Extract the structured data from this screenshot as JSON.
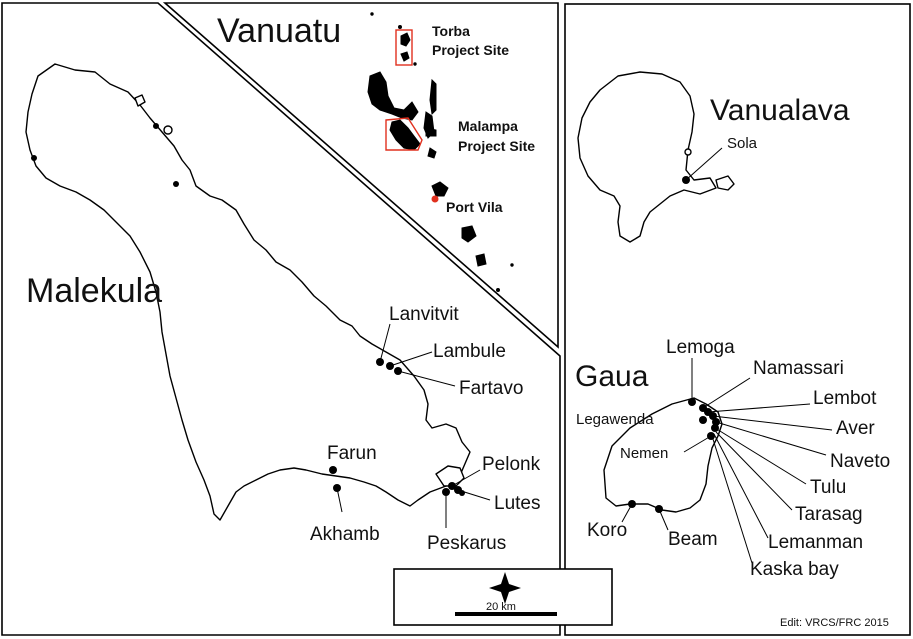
{
  "title": "Vanuatu",
  "inset_sites": {
    "torba": "Torba\nProject Site",
    "torba_line1": "Torba",
    "torba_line2": "Project Site",
    "malampa_line1": "Malampa",
    "malampa_line2": "Project Site",
    "port_vila": "Port Vila"
  },
  "islands": {
    "malekula": "Malekula",
    "vanualava": "Vanualava",
    "gaua": "Gaua"
  },
  "malekula_villages": [
    "Lanvitvit",
    "Lambule",
    "Fartavo",
    "Farun",
    "Akhamb",
    "Pelonk",
    "Lutes",
    "Peskarus"
  ],
  "vanualava_villages": [
    "Sola"
  ],
  "gaua_villages": [
    "Lemoga",
    "Namassari",
    "Lembot",
    "Legawenda",
    "Aver",
    "Nemen",
    "Naveto",
    "Tulu",
    "Tarasag",
    "Lemanman",
    "Kaska bay",
    "Koro",
    "Beam"
  ],
  "scale_label": "20 km",
  "credit": "Edit: VRCS/FRC 2015",
  "colors": {
    "project_site_box": "#e0301e",
    "port_vila_marker": "#e0301e",
    "land_inset": "#000000"
  },
  "icons": {
    "north": "compass-star-icon"
  }
}
